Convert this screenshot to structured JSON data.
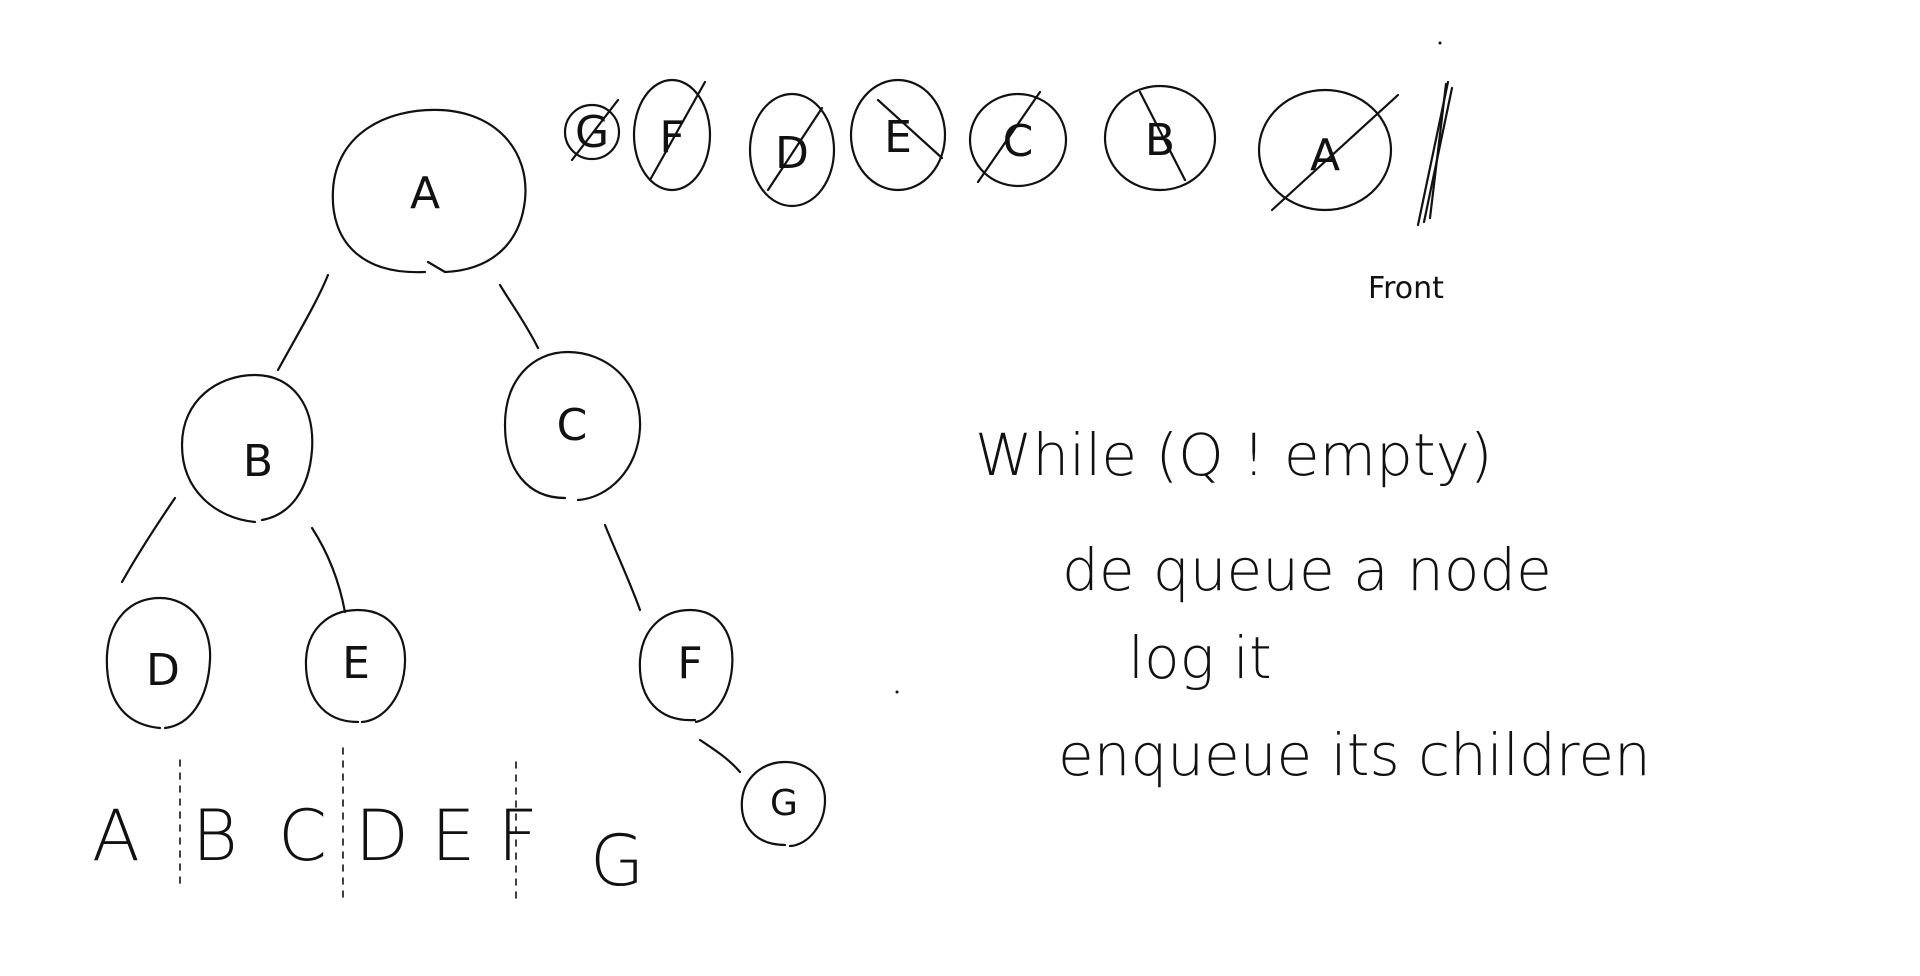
{
  "tree": {
    "nodes": [
      {
        "id": "A",
        "label": "A"
      },
      {
        "id": "B",
        "label": "B"
      },
      {
        "id": "C",
        "label": "C"
      },
      {
        "id": "D",
        "label": "D"
      },
      {
        "id": "E",
        "label": "E"
      },
      {
        "id": "F",
        "label": "F"
      },
      {
        "id": "G",
        "label": "G"
      }
    ],
    "edges": [
      {
        "from": "A",
        "to": "B"
      },
      {
        "from": "A",
        "to": "C"
      },
      {
        "from": "B",
        "to": "D"
      },
      {
        "from": "B",
        "to": "E"
      },
      {
        "from": "C",
        "to": "F"
      },
      {
        "from": "F",
        "to": "G"
      }
    ]
  },
  "queue": {
    "items": [
      "G",
      "F",
      "D",
      "E",
      "C",
      "B",
      "A"
    ],
    "front_label": "Front"
  },
  "bfs_order": {
    "groups": [
      [
        "A"
      ],
      [
        "B",
        "C"
      ],
      [
        "D",
        "E",
        "F"
      ],
      [
        "G"
      ]
    ]
  },
  "pseudocode": {
    "lines": [
      "While (Q ! empty)",
      "de queue a node",
      "log it",
      "enqueue its children"
    ]
  }
}
